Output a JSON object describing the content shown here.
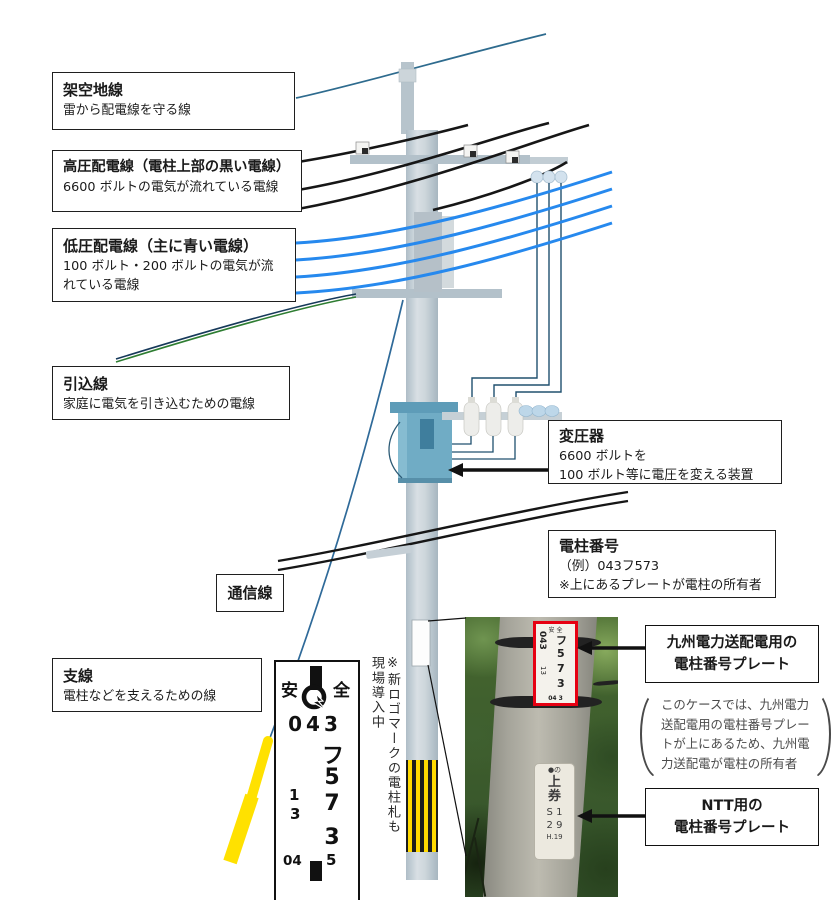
{
  "callouts": {
    "overhead_ground_wire": {
      "title": "架空地線",
      "desc": "雷から配電線を守る線"
    },
    "high_voltage_line": {
      "title": "高圧配電線（電柱上部の黒い電線）",
      "desc": "6600 ボルトの電気が流れている電線"
    },
    "low_voltage_line": {
      "title": "低圧配電線（主に青い電線）",
      "desc": "100 ボルト・200 ボルトの電気が流れている電線"
    },
    "service_drop_line": {
      "title": "引込線",
      "desc": "家庭に電気を引き込むための電線"
    },
    "communication_line": {
      "title": "通信線"
    },
    "guy_wire": {
      "title": "支線",
      "desc": "電柱などを支えるための線"
    },
    "transformer": {
      "title": "変圧器",
      "desc1": "6600 ボルトを",
      "desc2": "100 ボルト等に電圧を変える装置"
    },
    "pole_number": {
      "title": "電柱番号",
      "desc1": "（例）043フ573",
      "desc2": "※上にあるプレートが電柱の所有者"
    },
    "kyuden_plate_label": {
      "line1": "九州電力送配電用の",
      "line2": "電柱番号プレート"
    },
    "ntt_plate_label": {
      "line1": "NTT用の",
      "line2": "電柱番号プレート"
    },
    "case_note": {
      "line1": "このケースでは、九州電力",
      "line2": "送配電用の電柱番号プレー",
      "line3": "トが上にあるため、九州電",
      "line4": "力送配電が電柱の所有者"
    }
  },
  "vertical_note": {
    "col1": "※新ロゴマークの電柱札も",
    "col2": "現場導入中"
  },
  "plate_closeup": {
    "left_char": "安",
    "right_char": "全",
    "number_row": "043",
    "digit1": "フ",
    "digit2": "5",
    "digit3": "7",
    "digit4": "3",
    "small1": "1",
    "small2": "3",
    "bottom_left": "04",
    "bottom_right": "5"
  },
  "photo": {
    "kyuden_plate": {
      "top": "安 全",
      "number": "043",
      "d1": "フ",
      "d2": "5",
      "d3": "7",
      "d4": "3",
      "small": "13",
      "bottom": "04 3"
    },
    "ntt_plate": {
      "logo": "●の",
      "k1": "上",
      "k2": "券",
      "r1": "S 1",
      "r2": "2 9",
      "r3": "H.19"
    }
  },
  "colors": {
    "lv_wire_blue": "#2689ee",
    "hv_wire_black": "#161616",
    "ground_wire_teal": "#2e6b8e",
    "pole_gray": "#c3ced5",
    "transformer_blue": "#70acc5",
    "guard_yellow": "#ffe100",
    "plate_frame_red": "#e60012",
    "guy_wire_blue": "#2f6a99",
    "service_wire_green": "#2e7d32"
  }
}
